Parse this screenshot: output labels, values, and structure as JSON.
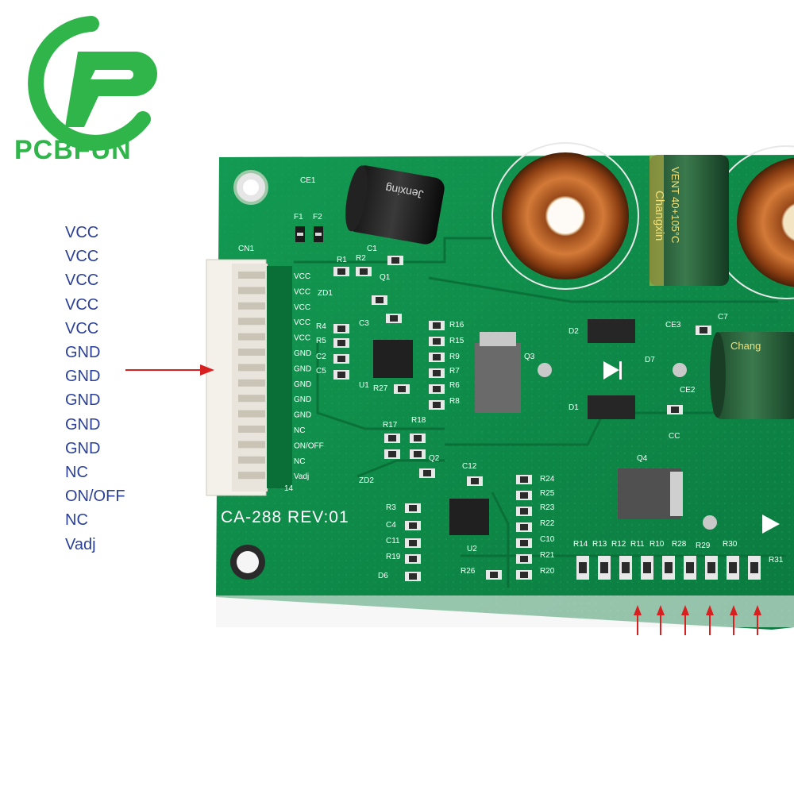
{
  "brand": {
    "name": "PCBFUN",
    "color": "#2fb54a"
  },
  "pin_labels": [
    "VCC",
    "VCC",
    "VCC",
    "VCC",
    "VCC",
    "GND",
    "GND",
    "GND",
    "GND",
    "GND",
    "NC",
    "ON/OFF",
    "NC",
    "Vadj"
  ],
  "board": {
    "revision": "CA-288 REV:01",
    "pcb_color": "#0e8a4a",
    "connector_pins": [
      "VCC",
      "VCC",
      "VCC",
      "VCC",
      "VCC",
      "GND",
      "GND",
      "GND",
      "GND",
      "GND",
      "NC",
      "ON/OFF",
      "NC",
      "Vadj"
    ],
    "designators": [
      "CE1",
      "F1",
      "F2",
      "CN1",
      "R1",
      "R2",
      "C1",
      "Q1",
      "ZD1",
      "R4",
      "C3",
      "R5",
      "C2",
      "C5",
      "U1",
      "R27",
      "R16",
      "R15",
      "R9",
      "R7",
      "R6",
      "R8",
      "Q3",
      "D2",
      "D1",
      "D7",
      "CE2",
      "CE3",
      "C7",
      "CC",
      "R17",
      "R18",
      "Q2",
      "ZD2",
      "C12",
      "R3",
      "C4",
      "C11",
      "R19",
      "D6",
      "U2",
      "R26",
      "R24",
      "R25",
      "R23",
      "R22",
      "C10",
      "R21",
      "R20",
      "Q4",
      "R14",
      "R13",
      "R12",
      "R11",
      "R10",
      "R28",
      "R29",
      "R30",
      "R31",
      "14"
    ],
    "capacitor_text_left": "Jenxing",
    "capacitor_text_right": "Changxin",
    "capacitor_rating": "VENT 40+105°C"
  },
  "annotations": {
    "arrow_color": "#d82020"
  }
}
